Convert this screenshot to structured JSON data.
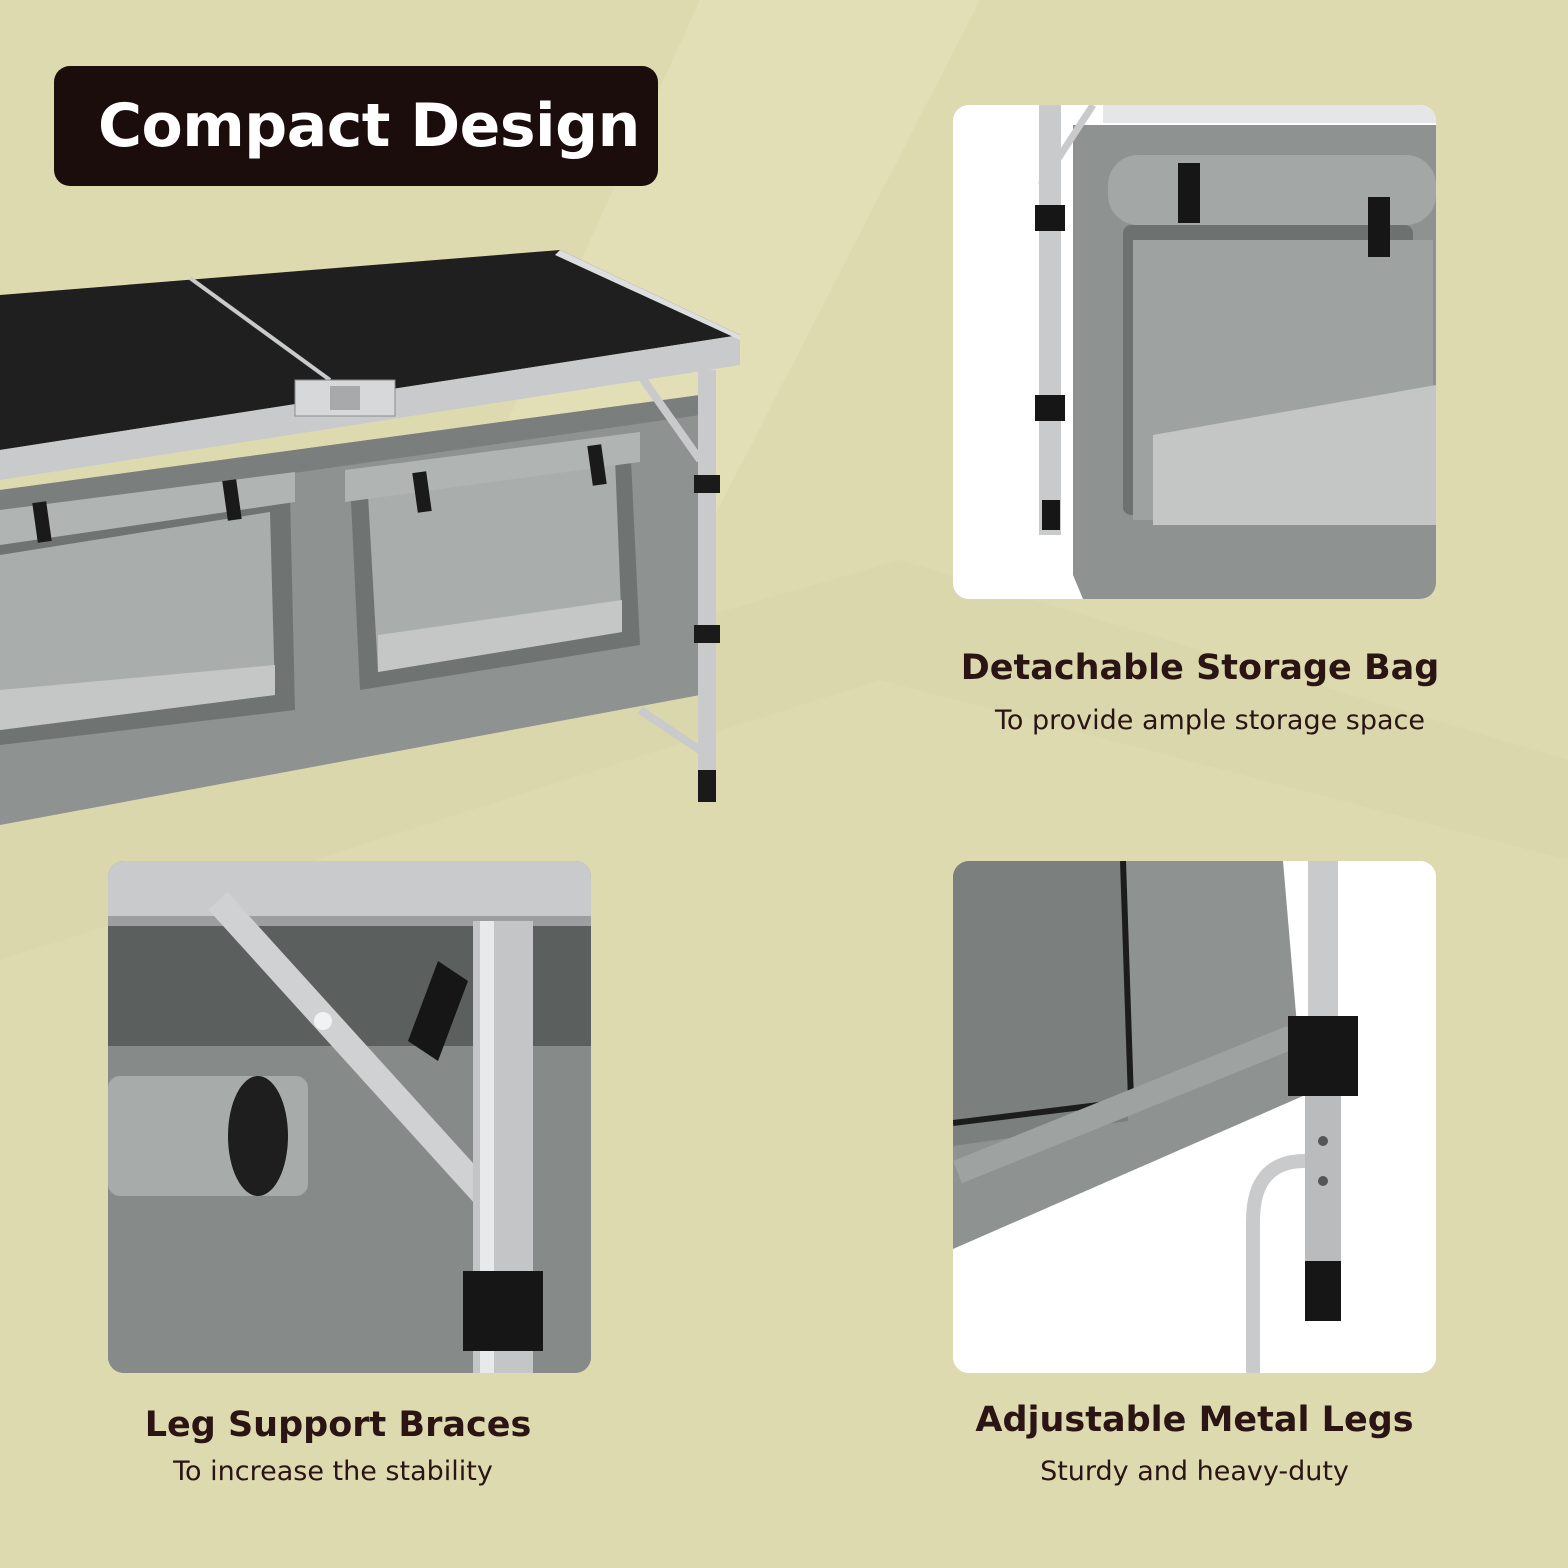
{
  "badge": {
    "title": "Compact Design"
  },
  "features": [
    {
      "title": "Detachable Storage Bag",
      "subtitle": "To provide ample storage space"
    },
    {
      "title": "Leg Support Braces",
      "subtitle": "To increase the stability"
    },
    {
      "title": "Adjustable Metal Legs",
      "subtitle": "Sturdy and heavy-duty"
    }
  ],
  "colors": {
    "background": "#dedab0",
    "badge": "#1c0d0d",
    "text": "#2a1414",
    "fabric": "#8e9290",
    "tabletop": "#1f1f1f",
    "aluminium": "#c8cacb"
  }
}
